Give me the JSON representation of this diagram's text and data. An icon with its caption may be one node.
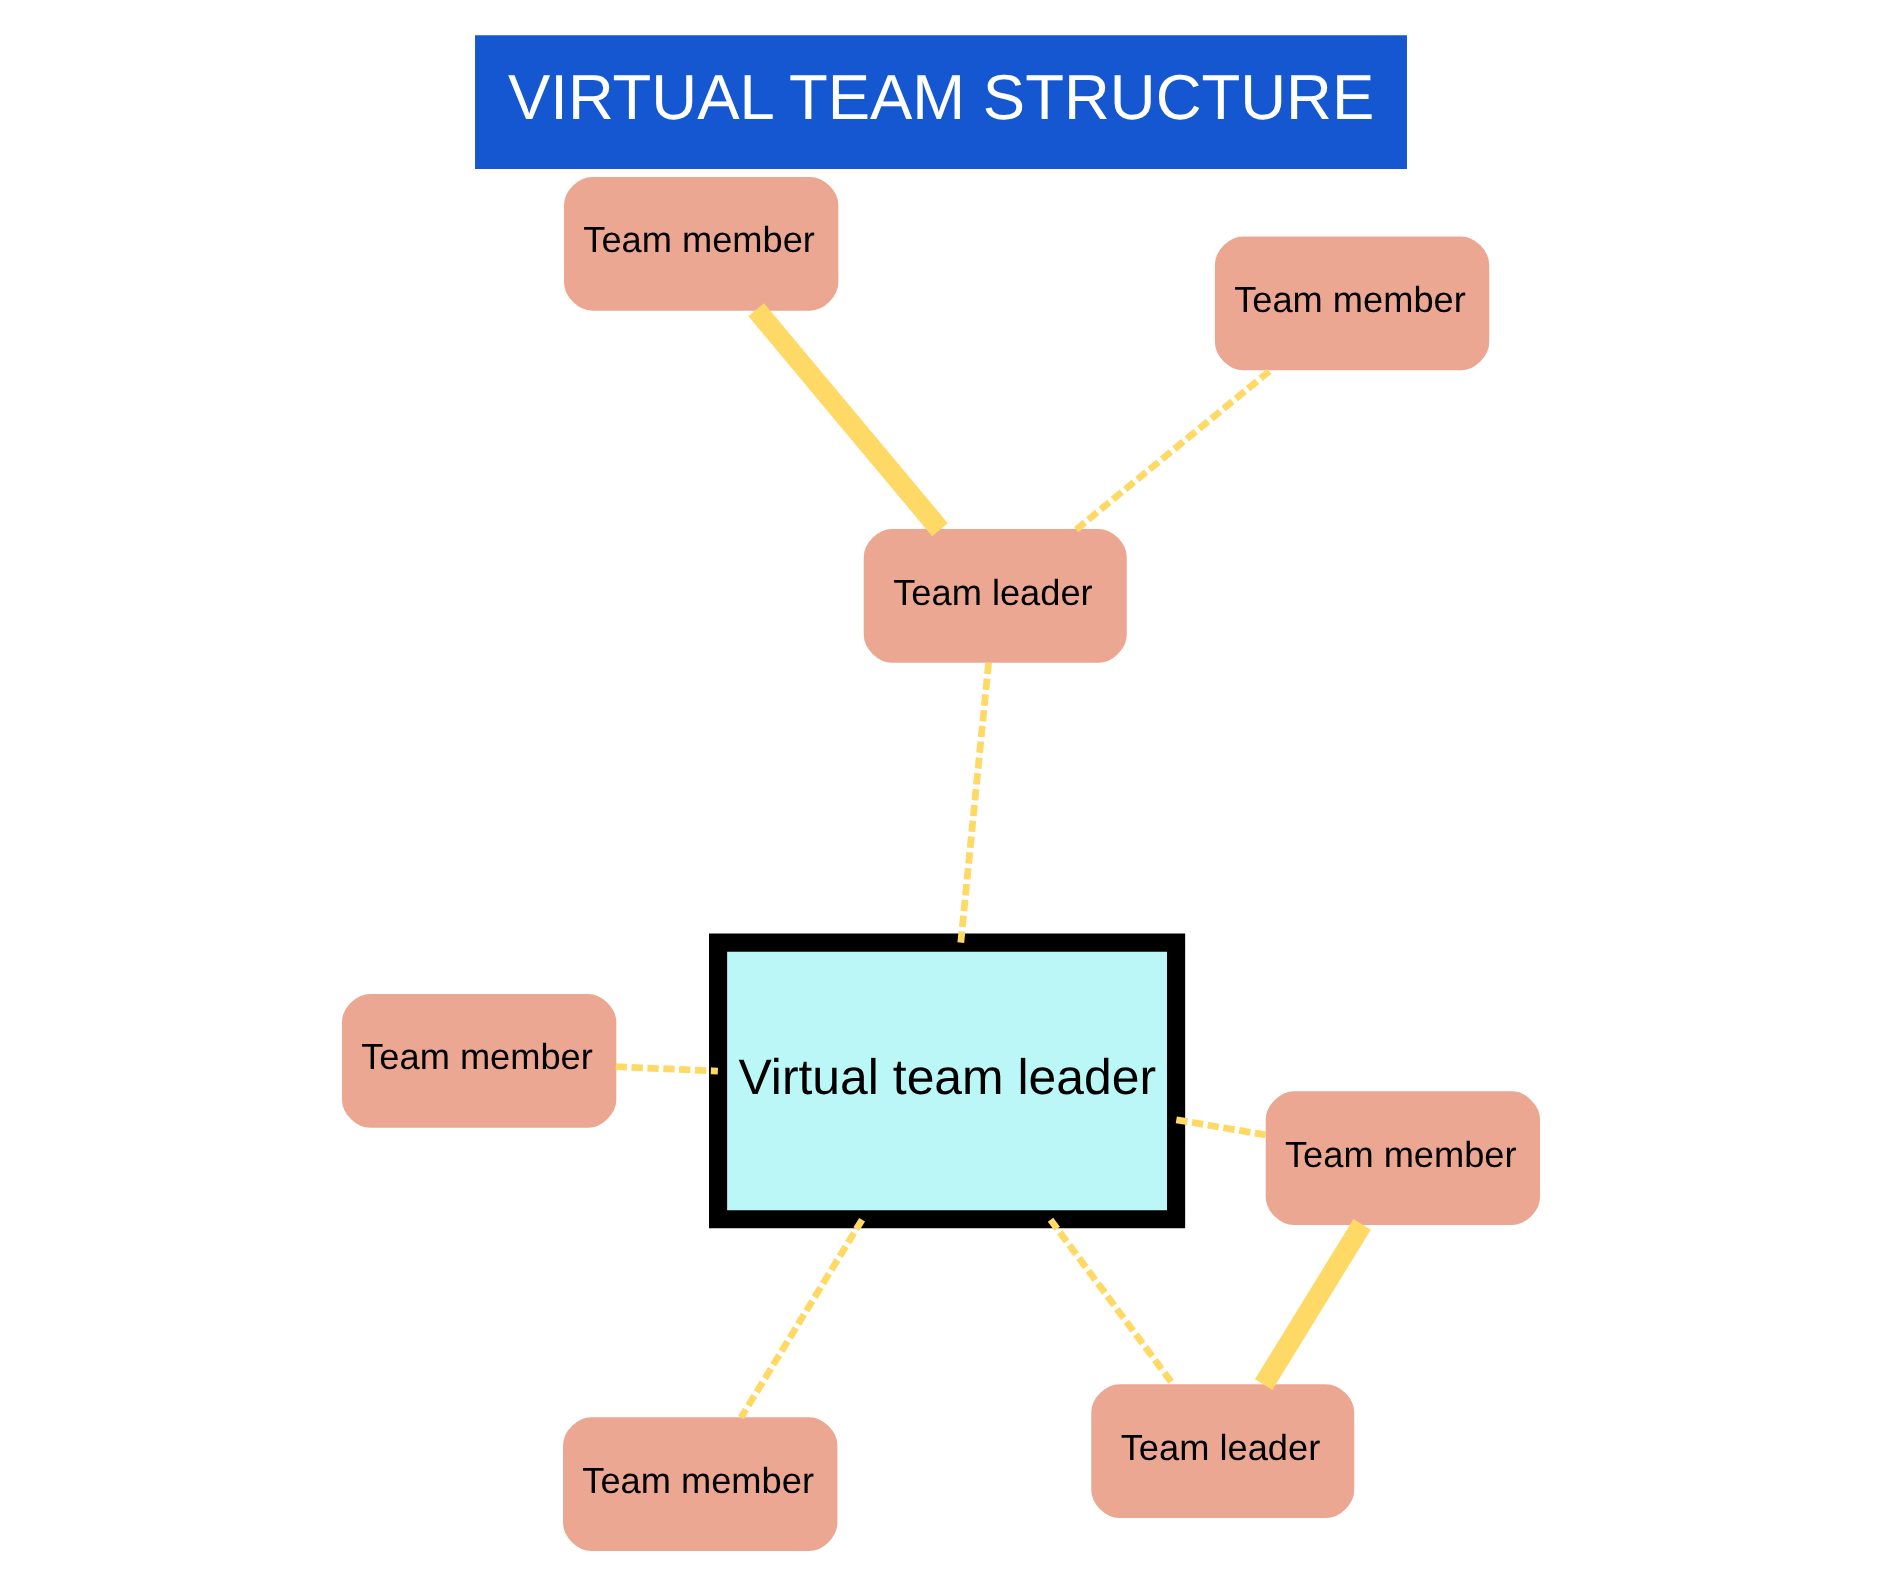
{
  "diagram": {
    "title": "VIRTUAL TEAM STRUCTURE",
    "nodes": [
      {
        "text": [
          "Team member"
        ]
      },
      {
        "text": [
          "Team leader"
        ]
      },
      {
        "text": [
          "Virtual team leader"
        ]
      },
      {
        "text": [
          "Team leader"
        ]
      },
      {
        "text": [
          "Team member"
        ]
      },
      {
        "text": [
          "Team member"
        ]
      },
      {
        "text": [
          "Team member"
        ]
      },
      {
        "text": [
          "Team member"
        ]
      }
    ],
    "edges": [
      {
        "from": 0,
        "to": 2,
        "arrow": "none",
        "style": "dashed"
      },
      {
        "from": 2,
        "to": 1,
        "arrow": "none",
        "style": "dashed"
      },
      {
        "from": 2,
        "to": 3,
        "arrow": "none",
        "style": "dashed"
      },
      {
        "from": 2,
        "to": 4,
        "arrow": "none",
        "style": "dashed"
      },
      {
        "from": 2,
        "to": 6,
        "arrow": "none",
        "style": "dashed"
      },
      {
        "from": 1,
        "to": 4,
        "arrow": "none",
        "style": "thick"
      },
      {
        "from": 3,
        "to": 5,
        "arrow": "none",
        "style": "thick"
      },
      {
        "from": 3,
        "to": 7,
        "arrow": "none",
        "style": "dashed"
      }
    ]
  }
}
